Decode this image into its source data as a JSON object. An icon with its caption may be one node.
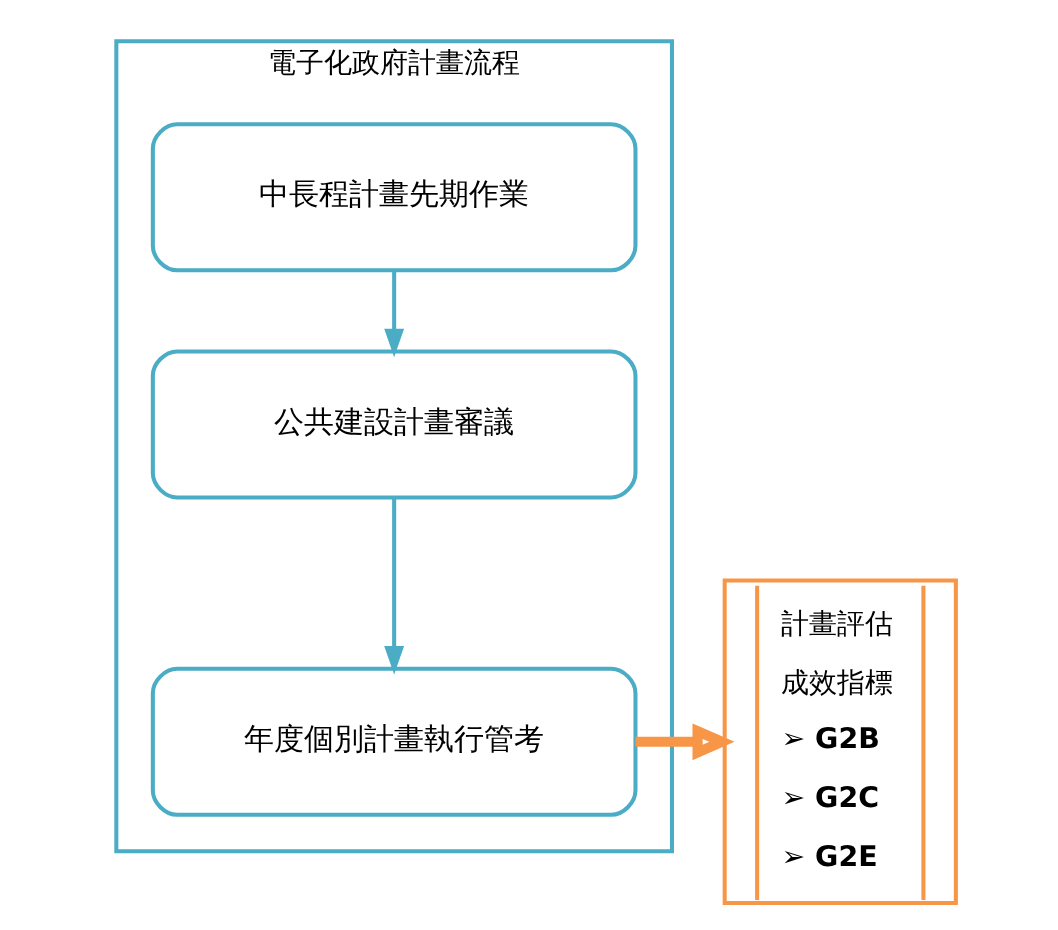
{
  "diagram": {
    "nodes": [
      {
        "text": [
          "電子化政府計畫流程"
        ]
      },
      {
        "text": [
          "中長程計畫先期作業"
        ],
        "in": 0
      },
      {
        "text": [
          "公共建設計畫審議"
        ],
        "in": 0
      },
      {
        "text": [
          "年度個別計畫執行管考"
        ],
        "in": 0
      },
      {
        "text": [
          "計畫評估",
          "成效指標",
          "➢ G2B",
          "➢ G2C",
          "➢ G2E"
        ]
      }
    ],
    "edges": [
      {
        "from": 1,
        "to": 2,
        "arrow": "to"
      },
      {
        "from": 2,
        "to": 3,
        "arrow": "to"
      },
      {
        "from": 3,
        "to": 4,
        "arrow": "to",
        "style": "thick",
        "color": "#f79646"
      }
    ]
  }
}
